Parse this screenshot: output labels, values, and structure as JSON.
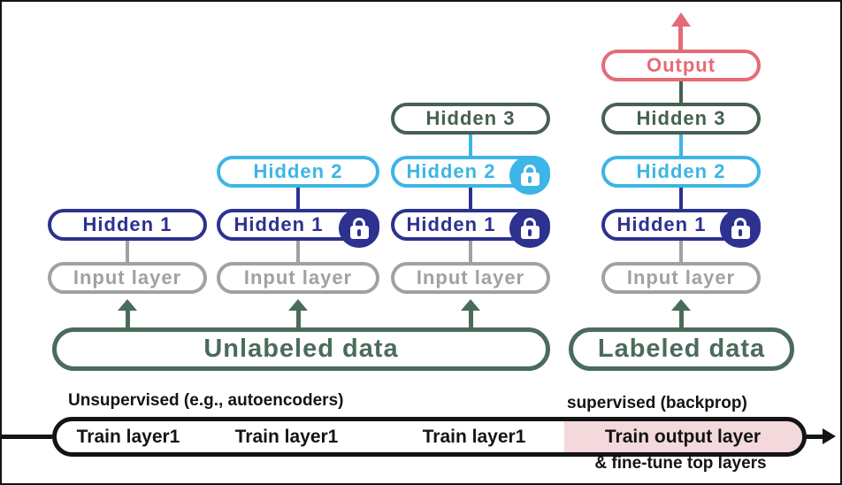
{
  "colors": {
    "navy": "#2d3190",
    "light_blue": "#3db5e6",
    "green": "#45614f",
    "data_green": "#4a6c5a",
    "red": "#e56b76",
    "gray": "#a1a1a1",
    "pink": "#f3d8dc",
    "ink": "#141414"
  },
  "diagram": {
    "columns": [
      {
        "name": "stage-1",
        "boxes": [
          {
            "label": "Hidden 1",
            "locked": false
          },
          {
            "label": "Input layer",
            "locked": false
          }
        ]
      },
      {
        "name": "stage-2",
        "boxes": [
          {
            "label": "Hidden 2",
            "locked": false
          },
          {
            "label": "Hidden 1",
            "locked": true
          },
          {
            "label": "Input layer",
            "locked": false
          }
        ]
      },
      {
        "name": "stage-3",
        "boxes": [
          {
            "label": "Hidden 3",
            "locked": false
          },
          {
            "label": "Hidden 2",
            "locked": true
          },
          {
            "label": "Hidden 1",
            "locked": true
          },
          {
            "label": "Input layer",
            "locked": false
          }
        ]
      },
      {
        "name": "stage-4",
        "boxes": [
          {
            "label": "Output",
            "locked": false
          },
          {
            "label": "Hidden 3",
            "locked": false
          },
          {
            "label": "Hidden 2",
            "locked": false
          },
          {
            "label": "Hidden 1",
            "locked": true
          },
          {
            "label": "Input layer",
            "locked": false
          }
        ]
      }
    ],
    "data_sources": [
      {
        "label": "Unlabeled data"
      },
      {
        "label": "Labeled data"
      }
    ],
    "phase_labels": {
      "unsupervised": "Unsupervised (e.g., autoencoders)",
      "supervised": "supervised (backprop)",
      "fine_tune": "& fine-tune top layers"
    },
    "timeline_steps": [
      {
        "label": "Train layer1"
      },
      {
        "label": "Train layer1"
      },
      {
        "label": "Train layer1"
      },
      {
        "label": "Train output layer"
      }
    ]
  }
}
